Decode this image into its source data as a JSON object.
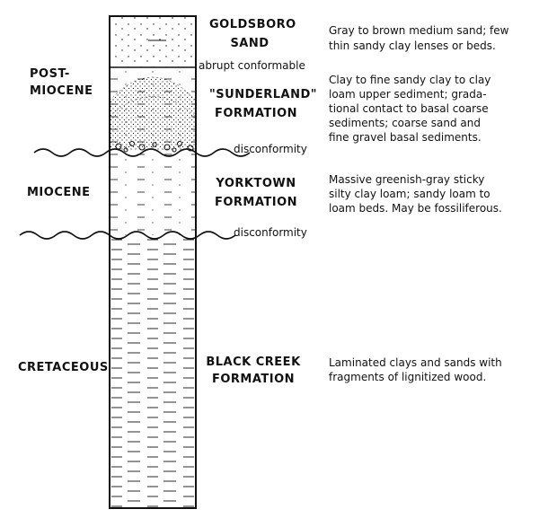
{
  "ages": {
    "post_miocene": [
      "POST-",
      "MIOCENE"
    ],
    "miocene": "MIOCENE",
    "cretaceous": "CRETACEOUS"
  },
  "formations": {
    "goldsboro": [
      "GOLDSBORO",
      "SAND"
    ],
    "sunderland": [
      "\"SUNDERLAND\"",
      "FORMATION"
    ],
    "yorktown": [
      "YORKTOWN",
      "FORMATION"
    ],
    "black_creek": [
      "BLACK CREEK",
      "FORMATION"
    ]
  },
  "contacts": {
    "abrupt": "abrupt conformable",
    "disconformity_upper": "disconformity",
    "disconformity_lower": "disconformity"
  },
  "descriptions": {
    "goldsboro": [
      "Gray to brown medium sand; few",
      "thin sandy clay lenses or beds."
    ],
    "sunderland": [
      "Clay to fine sandy clay to clay",
      "loam upper sediment; grada-",
      "tional contact to basal coarse",
      "sediments; coarse sand and",
      "fine gravel basal sediments."
    ],
    "yorktown": [
      "Massive greenish-gray sticky",
      "silty clay loam; sandy loam to",
      "loam beds. May be fossiliferous."
    ],
    "black_creek": [
      "Laminated clays and sands with",
      "fragments of lignitized wood."
    ]
  },
  "colors": {
    "ink": "#111111",
    "paper": "#ffffff"
  }
}
